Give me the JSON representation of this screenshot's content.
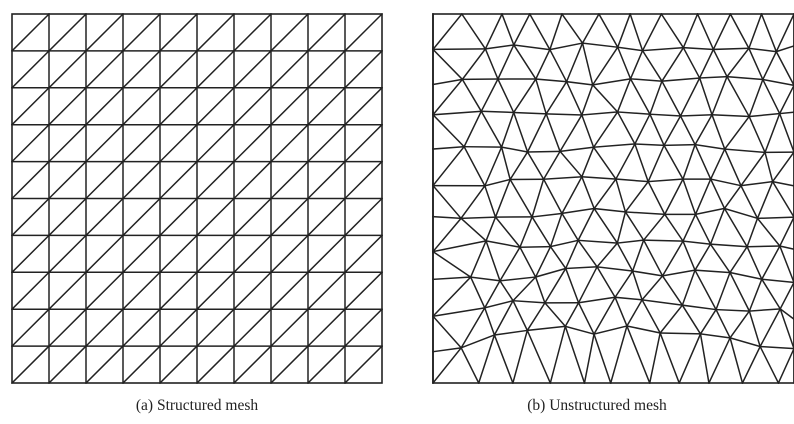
{
  "panels": [
    {
      "id": "a",
      "label": "(a)",
      "caption": "Structured mesh",
      "mesh_type": "structured",
      "grid_cells": 10,
      "diagonal": "bottom-left to top-right"
    },
    {
      "id": "b",
      "label": "(b)",
      "caption": "Unstructured mesh",
      "mesh_type": "unstructured"
    }
  ],
  "colors": {
    "line": "#222222",
    "background": "#ffffff"
  }
}
